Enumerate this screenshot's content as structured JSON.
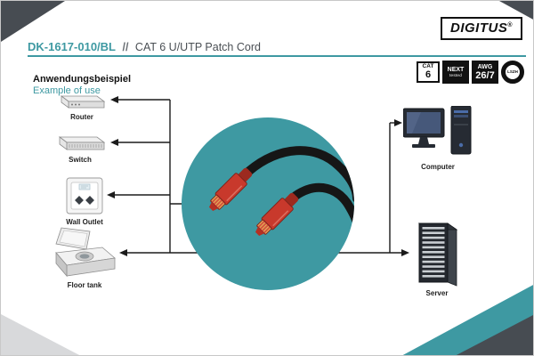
{
  "header": {
    "brand": "DIGITUS",
    "reg": "®",
    "product_code": "DK-1617-010/BL",
    "separator": "//",
    "product_name": "CAT 6 U/UTP Patch Cord"
  },
  "section": {
    "title_de": "Anwendungsbeispiel",
    "title_en": "Example of use"
  },
  "badges": {
    "cat": {
      "top": "CAT",
      "value": "6"
    },
    "next": {
      "top": "NEXT",
      "sub": "tested"
    },
    "awg": {
      "top": "AWG",
      "value": "26/7"
    },
    "lszh": {
      "label": "LSZH"
    }
  },
  "diagram": {
    "left_devices": [
      {
        "label": "Router"
      },
      {
        "label": "Switch"
      },
      {
        "label": "Wall Outlet"
      },
      {
        "label": "Floor tank"
      }
    ],
    "right_devices": [
      {
        "label": "Computer"
      },
      {
        "label": "Server"
      }
    ]
  },
  "colors": {
    "accent_teal": "#3E99A2",
    "corner_dark": "#474C52",
    "corner_light": "#D8D9DB",
    "connector_red": "#C8392C",
    "cable_black": "#161616"
  }
}
